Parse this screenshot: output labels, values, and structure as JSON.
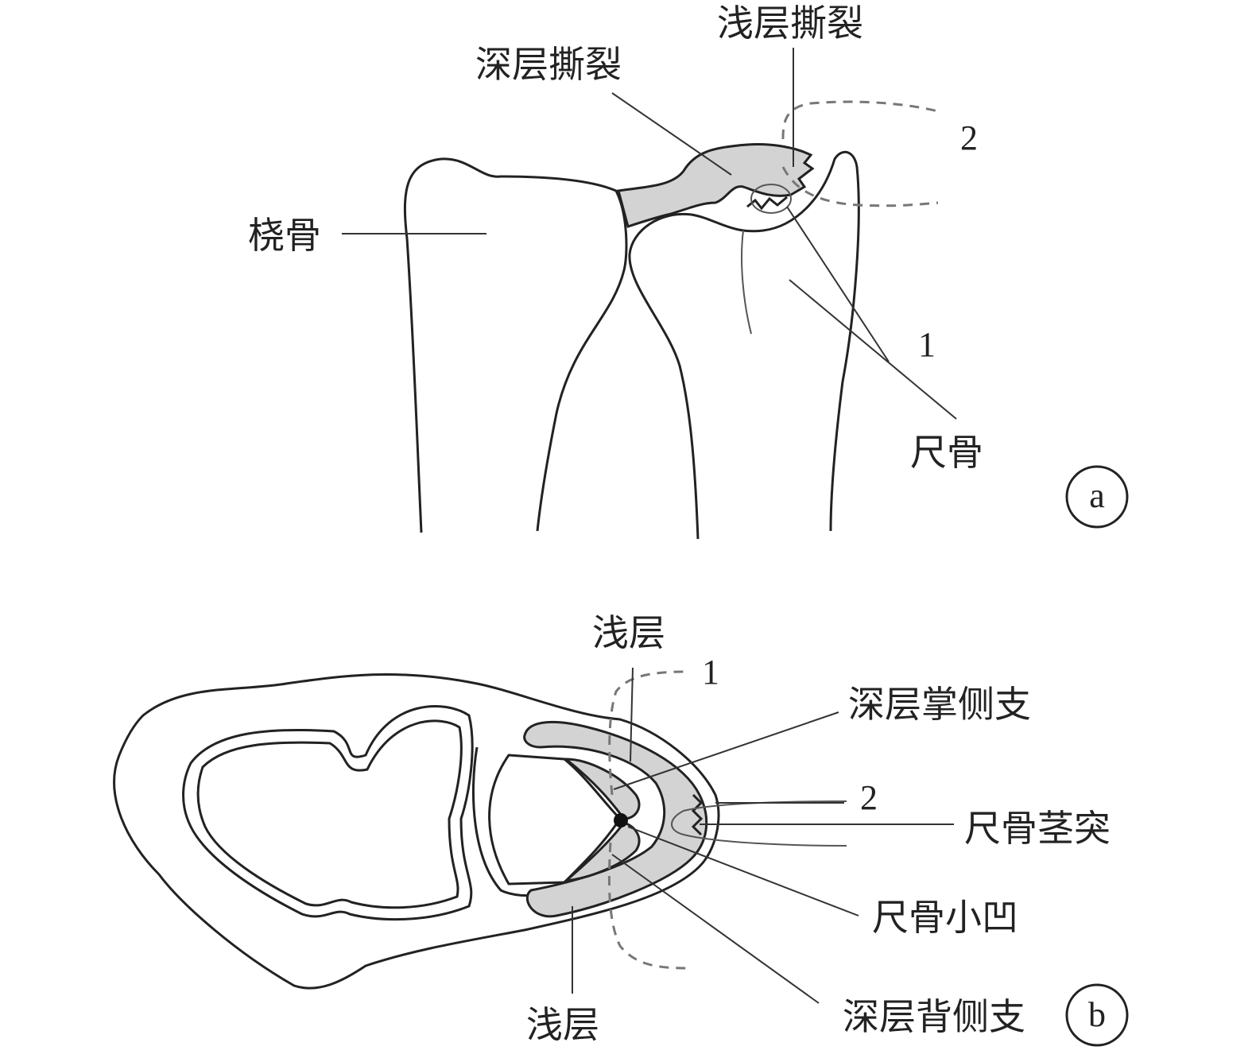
{
  "panel_a": {
    "labels": {
      "superficial_tear": "浅层撕裂",
      "deep_tear": "深层撕裂",
      "radius": "桡骨",
      "num_2": "2",
      "num_1": "1",
      "ulna": "尺骨",
      "panel_letter": "a"
    }
  },
  "panel_b": {
    "labels": {
      "superficial_top": "浅层",
      "num_1": "1",
      "deep_palmar_branch": "深层掌侧支",
      "num_2": "2",
      "ulnar_styloid": "尺骨茎突",
      "fovea": "尺骨小凹",
      "deep_dorsal_branch": "深层背侧支",
      "superficial_bottom": "浅层",
      "panel_letter": "b"
    }
  },
  "colors": {
    "ligament_fill": "#d3d3d3",
    "line": "#222222",
    "dashed": "#777777"
  }
}
